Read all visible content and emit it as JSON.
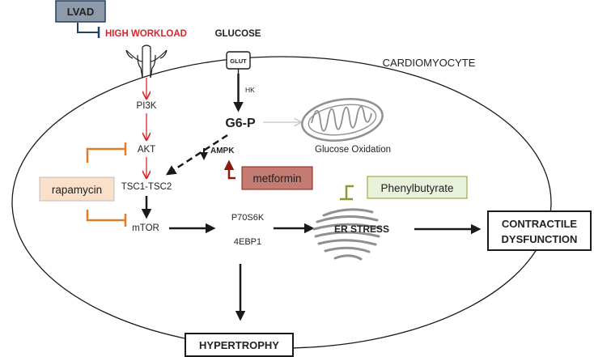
{
  "colors": {
    "line": "#1a1a1a",
    "red": "#d9252a",
    "inhibit_orange": "#e07b26",
    "inhibit_olive": "#8a9a2e",
    "lvad_box": "#8d9aaa",
    "lvad_blue": "#243e63",
    "rapamycin_box": "#fbe0c9",
    "metformin_box": "#c37b72",
    "metformin_arrow": "#8b1a10",
    "phenyl_box": "#e8f1d9",
    "mito": "#8f8f8f",
    "faint_arrow": "#c4c4c4"
  },
  "labels": {
    "lvad": "LVAD",
    "high_workload": "HIGH WORKLOAD",
    "glucose": "GLUCOSE",
    "glut": "GLUT",
    "cardiomyocyte": "CARDIOMYOCYTE",
    "hk": "HK",
    "pi3k": "PI3K",
    "akt": "AKT",
    "g6p": "G6-P",
    "glucose_oxidation": "Glucose Oxidation",
    "ampk": "AMPK",
    "metformin": "metformin",
    "rapamycin": "rapamycin",
    "tsc": "TSC1-TSC2",
    "mtor": "mTOR",
    "p70s6k": "P70S6K",
    "4ebp1": "4EBP1",
    "er_stress": "ER STRESS",
    "phenylbutyrate": "Phenylbutyrate",
    "contractile_line1": "CONTRACTILE",
    "contractile_line2": "DYSFUNCTION",
    "hypertrophy": "HYPERTROPHY"
  }
}
